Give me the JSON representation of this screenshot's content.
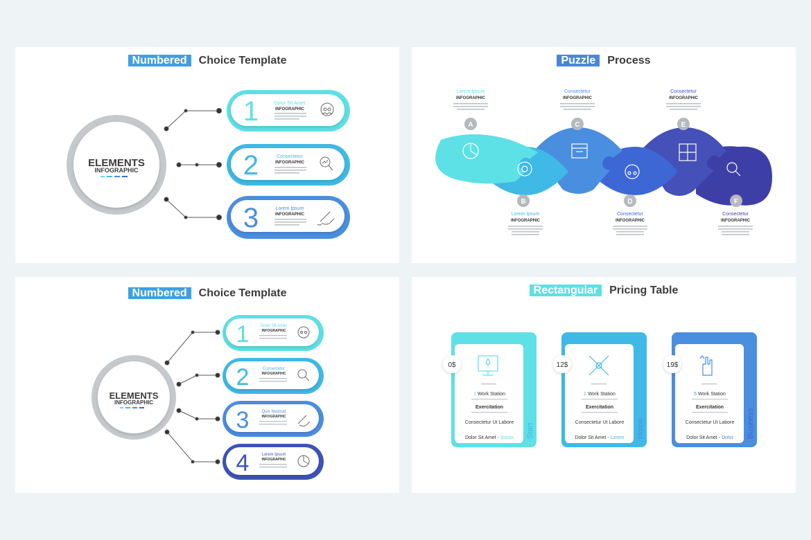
{
  "colors": {
    "background": "#eef3f6",
    "cyan": "#5de0e6",
    "light_blue": "#3fb9e6",
    "mid_blue": "#4a8ee0",
    "royal_blue": "#3d67d4",
    "navy": "#3e3fa6",
    "connector": "#3b3b3b",
    "hub_ring": "#a8acb0"
  },
  "panel1": {
    "tag": "Numbered",
    "title": "Choice Template",
    "hub": {
      "line1": "ELEMENTS",
      "line2": "INFOGRAPHIC"
    },
    "items": [
      {
        "number": "1",
        "heading": "Dolor Sit Amet",
        "sub": "INFOGRAPHIC",
        "icon": "team-head-icon"
      },
      {
        "number": "2",
        "heading": "Consectetur",
        "sub": "INFOGRAPHIC",
        "icon": "magnifier-chart-icon"
      },
      {
        "number": "3",
        "heading": "Lorem Ipsum",
        "sub": "INFOGRAPHIC",
        "icon": "hand-pen-icon"
      }
    ]
  },
  "panel2": {
    "tag": "Puzzle",
    "title": "Process",
    "steps": [
      {
        "letter": "A",
        "heading": "Lorem Ipsum",
        "sub": "INFOGRAPHIC"
      },
      {
        "letter": "B",
        "heading": "Lorem Ipsum",
        "sub": "INFOGRAPHIC"
      },
      {
        "letter": "C",
        "heading": "Consectetur",
        "sub": "INFOGRAPHIC"
      },
      {
        "letter": "D",
        "heading": "Consectetur",
        "sub": "INFOGRAPHIC"
      },
      {
        "letter": "E",
        "heading": "Consectetur",
        "sub": "INFOGRAPHIC"
      },
      {
        "letter": "F",
        "heading": "Consectetur",
        "sub": "INFOGRAPHIC"
      }
    ]
  },
  "panel3": {
    "tag": "Numbered",
    "title": "Choice Template",
    "hub": {
      "line1": "ELEMENTS",
      "line2": "INFOGRAPHIC"
    },
    "items": [
      {
        "number": "1",
        "heading": "Dolor Sit Amet",
        "sub": "INFOGRAPHIC"
      },
      {
        "number": "2",
        "heading": "Consectetur",
        "sub": "INFOGRAPHIC"
      },
      {
        "number": "3",
        "heading": "Quis Nostrud",
        "sub": "INFOGRAPHIC"
      },
      {
        "number": "4",
        "heading": "Lorem Ipsum",
        "sub": "INFOGRAPHIC"
      }
    ]
  },
  "panel4": {
    "tag": "Rectangular",
    "title": "Pricing Table",
    "plans": [
      {
        "price": "0$",
        "side_label": "Start",
        "row1_num": "1",
        "row1_text": "Work Station",
        "row2": "Exercitation",
        "row3": "Consectetur Ut Labore",
        "row4_text": "Dolor Sit Amet -",
        "row4_accent": "Ipsum"
      },
      {
        "price": "12$",
        "side_label": "Home",
        "row1_num": "2",
        "row1_text": "Work Station",
        "row2": "Exercitation",
        "row3": "Consectetur Ut Labore",
        "row4_text": "Dolor Sit Amet -",
        "row4_accent": "Lorem"
      },
      {
        "price": "19$",
        "side_label": "Business",
        "row1_num": "5",
        "row1_text": "Work Station",
        "row2": "Exercitation",
        "row3": "Consectetur Ut Labore",
        "row4_text": "Dolor Sit Amet -",
        "row4_accent": "Dolor"
      }
    ]
  }
}
